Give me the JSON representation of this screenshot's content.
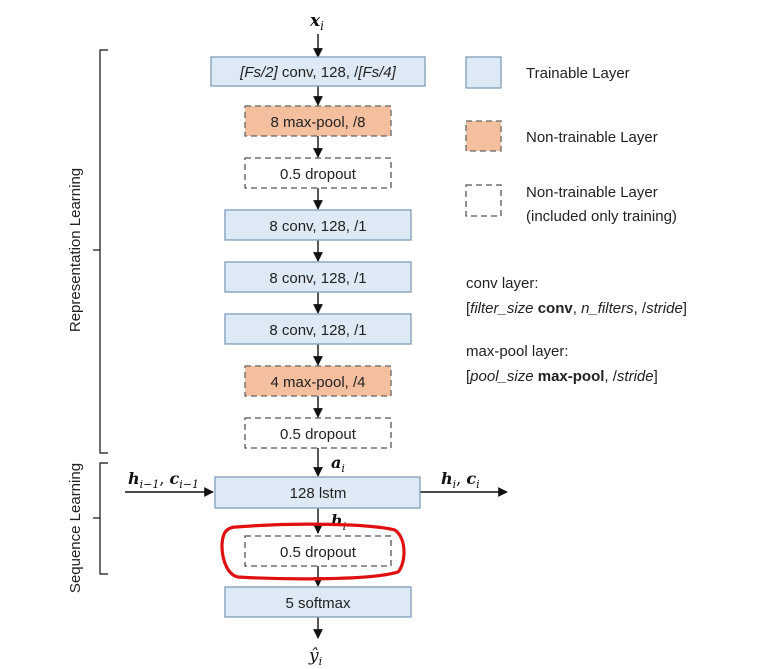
{
  "input_label": "x",
  "input_sub": "i",
  "layers": {
    "conv1_pre": "[Fs/2]",
    "conv1_mid": " conv, 128, /",
    "conv1_post": "[Fs/4]",
    "pool1": "8 max-pool, /8",
    "drop1": "0.5 dropout",
    "conv2": "8 conv, 128, /1",
    "conv3": "8 conv, 128, /1",
    "conv4": "8 conv, 128, /1",
    "pool2": "4 max-pool, /4",
    "drop2": "0.5 dropout",
    "lstm": "128 lstm",
    "drop3": "0.5 dropout",
    "softmax": "5 softmax"
  },
  "math": {
    "a": "a",
    "a_sub": "i",
    "h_prev": "h",
    "h_prev_sub": "i−1",
    "comma": ", ",
    "c_prev": "c",
    "c_prev_sub": "i−1",
    "h_next": "h",
    "h_next_sub": "i",
    "c_next": "c",
    "c_next_sub": "i",
    "h_out": "h",
    "h_out_sub": "i",
    "y": "ŷ",
    "y_sub": "i"
  },
  "side_labels": {
    "representation": "Representation Learning",
    "sequence": "Sequence Learning"
  },
  "legend": {
    "trainable": "Trainable Layer",
    "nontrainable": "Non-trainable Layer",
    "nontrainable_train_1": "Non-trainable Layer",
    "nontrainable_train_2": "(included only training)",
    "conv_title": "conv layer:",
    "conv_open": "[",
    "conv_filter": "filter_size",
    "conv_bold": " conv",
    "conv_sep1": ", ",
    "conv_nfilters": "n_filters",
    "conv_sep2": ", /",
    "conv_stride": "stride",
    "conv_close": "]",
    "pool_title": "max-pool layer:",
    "pool_open": "[",
    "pool_size": "pool_size",
    "pool_bold": " max-pool",
    "pool_sep": ", /",
    "pool_stride": "stride",
    "pool_close": "]"
  },
  "colors": {
    "trainable_fill": "#dde9f5",
    "trainable_stroke": "#7f9db9",
    "pool_fill": "#f4bf9e",
    "pool_stroke": "#7a7a7a",
    "dashed_stroke": "#555555",
    "highlight": "#e01010"
  }
}
